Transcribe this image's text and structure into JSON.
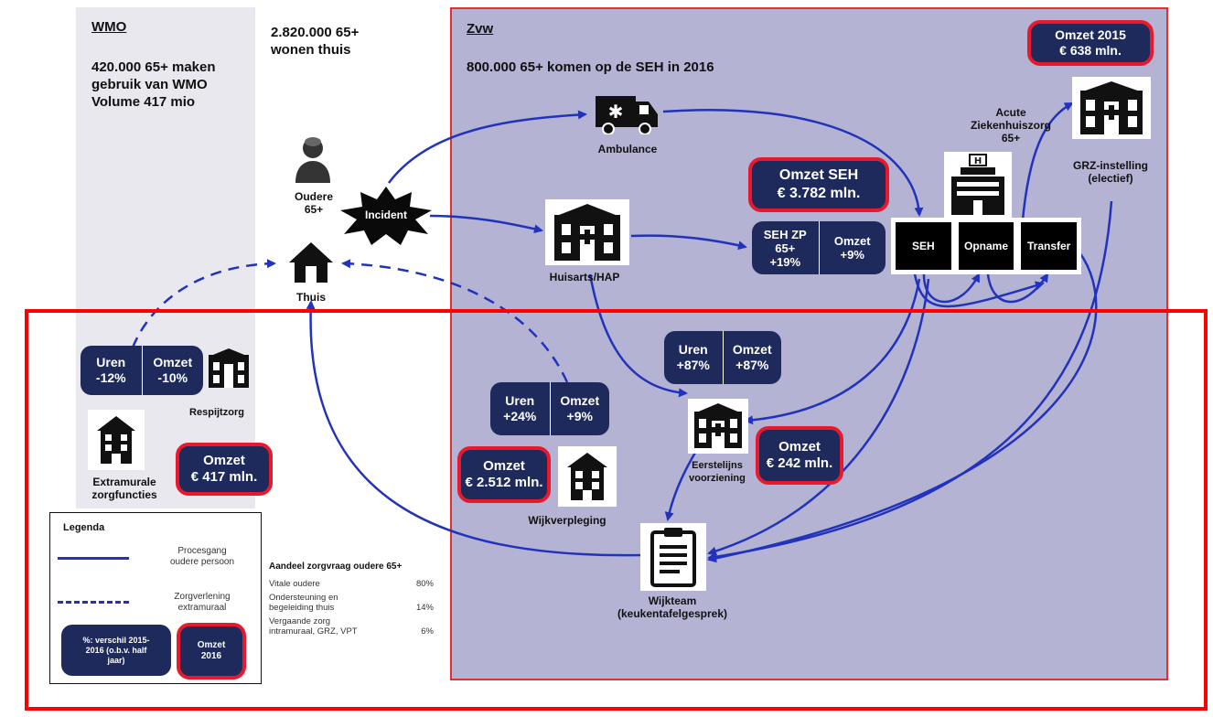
{
  "wmo": {
    "title": "WMO",
    "text1": "420.000 65+ maken",
    "text2": "gebruik van WMO",
    "text3": "Volume 417 mio"
  },
  "home": {
    "count1": "2.820.000 65+",
    "count2": "wonen thuis",
    "oudere1": "Oudere",
    "oudere2": "65+",
    "thuis": "Thuis"
  },
  "zvw": {
    "title": "Zvw",
    "seh_count": "800.000 65+ komen op de SEH in 2016"
  },
  "incident": "Incident",
  "ambulance": "Ambulance",
  "huisarts": "Huisarts/HAP",
  "omzet_2015": {
    "l1": "Omzet 2015",
    "l2": "€ 638 mln."
  },
  "omzet_seh": {
    "l1": "Omzet SEH",
    "l2": "€ 3.782 mln."
  },
  "seh_zp": {
    "left1": "SEH ZP",
    "left2": "65+",
    "left3": "+19%",
    "right1": "Omzet",
    "right2": "+9%"
  },
  "acute": {
    "l1": "Acute",
    "l2": "Ziekenhuiszorg",
    "l3": "65+"
  },
  "grz": {
    "l1": "GRZ-instelling",
    "l2": "(electief)"
  },
  "flow_boxes": [
    "SEH",
    "Opname",
    "Transfer"
  ],
  "respijt": {
    "uren": "Uren",
    "uren_val": "-12%",
    "omzet": "Omzet",
    "omzet_val": "-10%",
    "label": "Respijtzorg"
  },
  "extramurale": {
    "l1": "Extramurale",
    "l2": "zorgfuncties"
  },
  "omzet_417": {
    "l1": "Omzet",
    "l2": "€ 417 mln."
  },
  "wijk": {
    "uren": "Uren",
    "uren_val": "+24%",
    "omzet": "Omzet",
    "omzet_val": "+9%",
    "label": "Wijkverpleging"
  },
  "omzet_2512": {
    "l1": "Omzet",
    "l2": "€ 2.512 mln."
  },
  "eerste": {
    "uren": "Uren",
    "uren_val": "+87%",
    "omzet": "Omzet",
    "omzet_val": "+87%",
    "l1": "Eerstelijns",
    "l2": "voorziening"
  },
  "omzet_242": {
    "l1": "Omzet",
    "l2": "€ 242 mln."
  },
  "wijkteam": {
    "l1": "Wijkteam",
    "l2": "(keukentafelgesprek)"
  },
  "legend": {
    "title": "Legenda",
    "solid1": "Procesgang",
    "solid2": "oudere persoon",
    "dash1": "Zorgverlening",
    "dash2": "extramuraal",
    "pill1": "%: verschil 2015-",
    "pill2": "2016 (o.b.v. half",
    "pill3": "jaar)",
    "omzet1": "Omzet",
    "omzet2": "2016"
  },
  "aandeel": {
    "title": "Aandeel zorgvraag oudere 65+",
    "rows": [
      {
        "l1": "Vitale oudere",
        "l2": "",
        "v": "80%"
      },
      {
        "l1": "Ondersteuning en",
        "l2": "begeleiding thuis",
        "v": "14%"
      },
      {
        "l1": "Vergaande zorg",
        "l2": "intramuraal, GRZ, VPT",
        "v": "6%"
      }
    ]
  },
  "colors": {
    "navy": "#1f2a5c",
    "red": "#e8192c",
    "arrow": "#2233bb",
    "zvw_bg": "#b4b3d3"
  }
}
